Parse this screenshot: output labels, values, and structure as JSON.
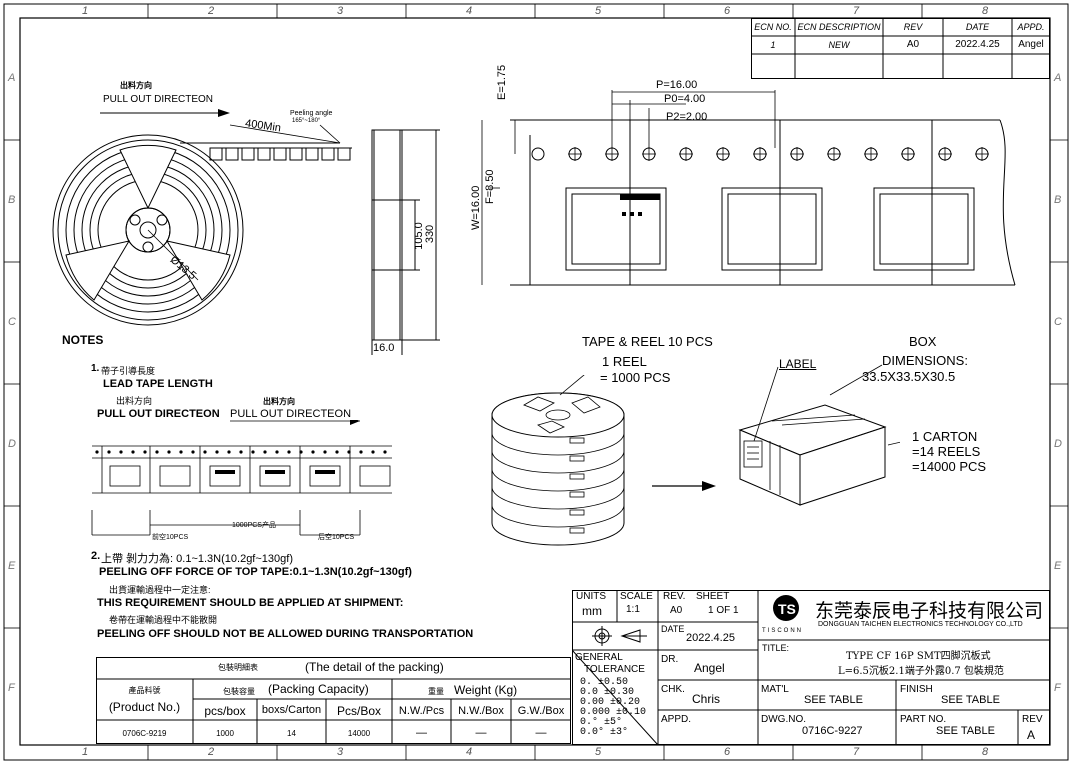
{
  "frame": {
    "col_numbers": [
      "1",
      "2",
      "3",
      "4",
      "5",
      "6",
      "7",
      "8"
    ],
    "row_letters": [
      "A",
      "B",
      "C",
      "D",
      "E",
      "F"
    ]
  },
  "revision_table": {
    "headers": [
      "ECN NO.",
      "ECN DESCRIPTION",
      "REV",
      "DATE",
      "APPD."
    ],
    "row": [
      "1",
      "NEW",
      "A0",
      "2022.4.25",
      "Angel"
    ]
  },
  "reel_view": {
    "pull_cn": "出料方向",
    "pull_en": "PULL OUT DIRECTEON",
    "peeling_label": "Peeling angle",
    "peeling_range": "165°~180°",
    "leader_length": "400Min",
    "hub_dia": "Ø13.5"
  },
  "reel_side": {
    "dim_hub": "105.0",
    "dim_reel": "330",
    "dim_width": "16.0"
  },
  "tape_view": {
    "dim_e": "E=1.75",
    "dim_p": "P=16.00",
    "dim_p0": "P0=4.00",
    "dim_p2": "P2=2.00",
    "dim_w": "W=16.00",
    "dim_f": "F=8.50"
  },
  "notes": {
    "title": "NOTES",
    "n1_num": "1.",
    "n1_cn": "帶子引導長度",
    "n1_en": "LEAD TAPE LENGTH",
    "n1_pull_cn": "出料方向",
    "n1_pull_en": "PULL OUT DIRECTEON",
    "n1_pull_cn2": "出料方向",
    "n1_pull_en2": "PULL OUT DIRECTEON",
    "seg_left": "前空10PCS",
    "seg_mid": "1000PCS产品",
    "seg_right": "后空10PCS",
    "n2_num": "2.",
    "n2_cn": "上帶 剝力力為: 0.1~1.3N(10.2gf~130gf)",
    "n2_en": "PEELING OFF FORCE OF TOP TAPE:0.1~1.3N(10.2gf~130gf)",
    "n2_cn2": "出貨運輸過程中一定注意:",
    "n2_en2": "THIS REQUIREMENT SHOULD BE APPLIED AT SHIPMENT:",
    "n2_cn3": "卷帶在運輸過程中不能散開",
    "n2_en3": "PEELING OFF SHOULD NOT BE ALLOWED DURING TRANSPORTATION"
  },
  "packing_info": {
    "tape_reel": "TAPE & REEL 10 PCS",
    "reel_line1": "1 REEL",
    "reel_line2": "= 1000 PCS",
    "box_title": "BOX",
    "label": "LABEL",
    "dims_title": "DIMENSIONS:",
    "dims_value": "33.5X33.5X30.5",
    "carton_1": "1 CARTON",
    "carton_2": "=14 REELS",
    "carton_3": "=14000 PCS"
  },
  "packing_table": {
    "title_cn": "包裝明細表",
    "title_en": "(The detail of the packing)",
    "h_product_cn": "產品料號",
    "h_product_en": "(Product No.)",
    "h_capacity_cn": "包裝容量",
    "h_capacity_en": "(Packing Capacity)",
    "h_weight_cn": "重量",
    "h_weight_en": "Weight (Kg)",
    "sub_headers": [
      "pcs/box",
      "boxs/Carton",
      "Pcs/Box",
      "N.W./Pcs",
      "N.W./Box",
      "G.W./Box"
    ],
    "row": [
      "0706C-9219",
      "1000",
      "14",
      "14000",
      "—",
      "—",
      "—"
    ]
  },
  "title_block": {
    "units_label": "UNITS",
    "units_value": "mm",
    "scale_label": "SCALE",
    "scale_value": "1:1",
    "rev_label": "REV.",
    "rev_value": "A0",
    "sheet_label": "SHEET",
    "sheet_value": "1 OF 1",
    "company_cn": "东莞泰辰电子科技有限公司",
    "company_en": "DONGGUAN TAICHEN ELECTRONICS TECHNOLOGY CO.,LTD",
    "logo_text": "TISCONN",
    "date_label": "DATE",
    "date_value": "2022.4.25",
    "title_label": "TITLE:",
    "title_line1": "TYPE CF 16P SMT四脚沉板式",
    "title_line2": "L=6.5沉板2.1端子外露0.7 包裝規范",
    "tol_label1": "GENERAL",
    "tol_label2": "TOLERANCE",
    "tol_rows": [
      "0.   ±0.50",
      "0.0  ±0.30",
      "0.00  ±0.20",
      "0.000 ±0.10",
      "0.°  ±5°",
      "0.0° ±3°"
    ],
    "dr_label": "DR.",
    "dr_value": "Angel",
    "chk_label": "CHK.",
    "chk_value": "Chris",
    "appd_label": "APPD.",
    "matl_label": "MAT'L",
    "matl_value": "SEE TABLE",
    "finish_label": "FINISH",
    "finish_value": "SEE TABLE",
    "dwg_label": "DWG.NO.",
    "dwg_value": "0716C-9227",
    "part_label": "PART NO.",
    "part_value": "SEE TABLE",
    "rev2_label": "REV",
    "rev2_value": "A"
  }
}
